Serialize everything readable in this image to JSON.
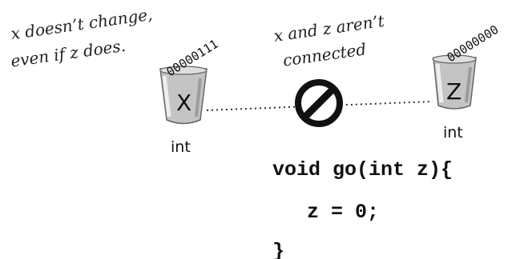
{
  "annotations": {
    "left_note": [
      "x doesn’t change,",
      "even if z does."
    ],
    "right_note": [
      "x and z aren’t",
      "connected"
    ]
  },
  "variables": [
    {
      "name": "X",
      "type": "int",
      "bits": "00000111"
    },
    {
      "name": "Z",
      "type": "int",
      "bits": "00000000"
    }
  ],
  "code": {
    "signature": "void go(int z){",
    "body": "z = 0;",
    "close": "}"
  },
  "icons": {
    "no_connection": "prohibited-sign-icon",
    "cup": "cup-icon"
  }
}
